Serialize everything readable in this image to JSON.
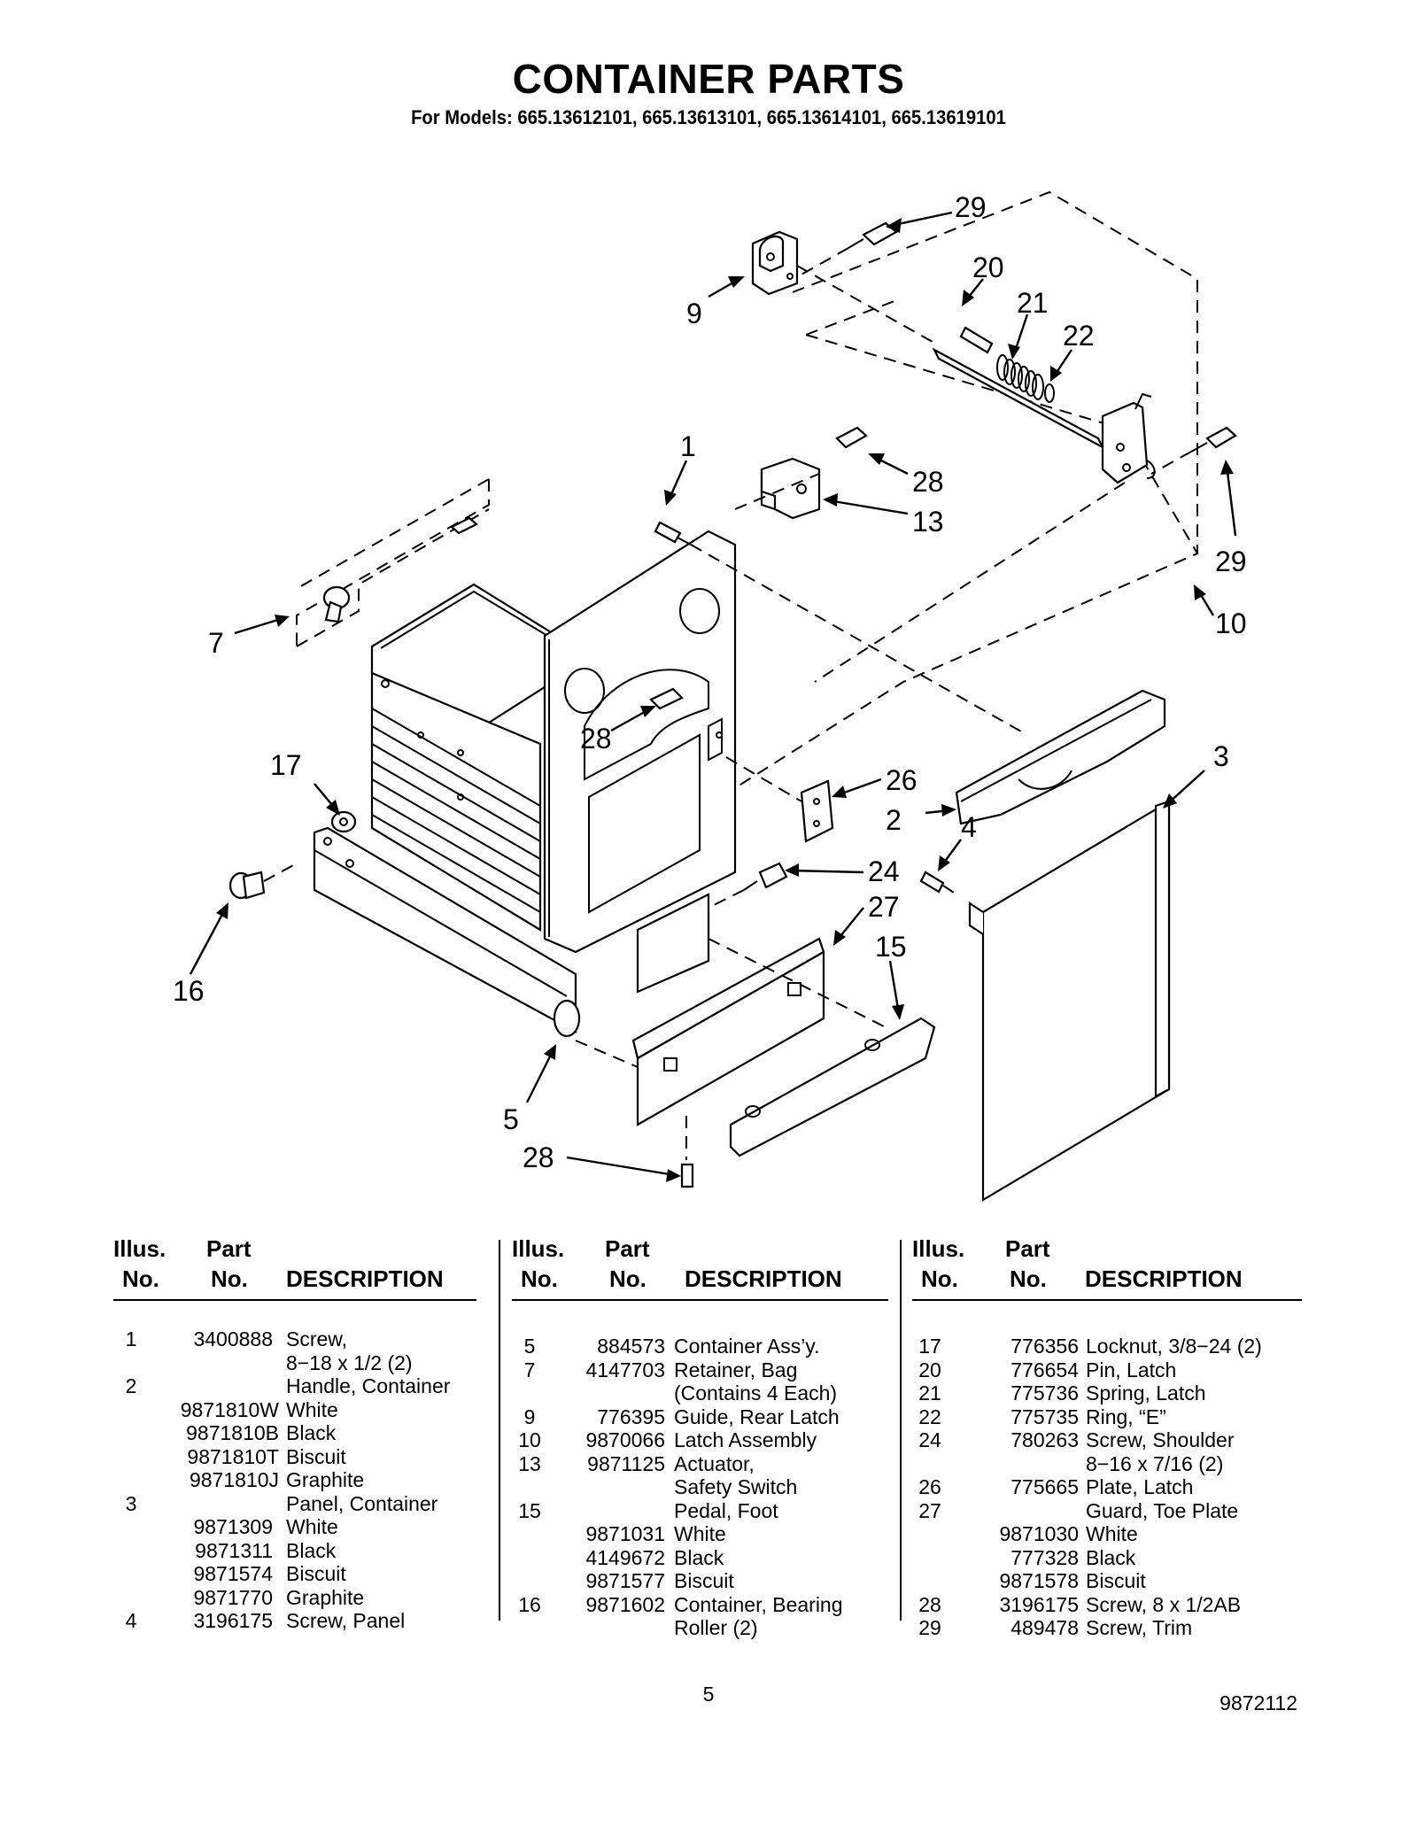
{
  "header": {
    "title": "CONTAINER PARTS",
    "subtitle": "For Models: 665.13612101, 665.13613101, 665.13614101, 665.13619101"
  },
  "diagram_callouts": [
    "29",
    "20",
    "21",
    "22",
    "9",
    "1",
    "28",
    "13",
    "29",
    "10",
    "7",
    "28",
    "26",
    "17",
    "3",
    "2",
    "4",
    "24",
    "27",
    "15",
    "16",
    "5",
    "28"
  ],
  "table": {
    "headers": {
      "illus": [
        "Illus.",
        "No."
      ],
      "part": [
        "Part",
        "No."
      ],
      "description": "DESCRIPTION"
    },
    "columns": [
      [
        {
          "illus": "1",
          "part": "3400888",
          "desc": "Screw,"
        },
        {
          "illus": "",
          "part": "",
          "desc": "8−18 x 1/2 (2)"
        },
        {
          "illus": "2",
          "part": "",
          "desc": "Handle, Container"
        },
        {
          "illus": "",
          "part": "9871810W",
          "desc": "White"
        },
        {
          "illus": "",
          "part": "9871810B",
          "desc": "Black"
        },
        {
          "illus": "",
          "part": "9871810T",
          "desc": "Biscuit"
        },
        {
          "illus": "",
          "part": "9871810J",
          "desc": "Graphite"
        },
        {
          "illus": "3",
          "part": "",
          "desc": "Panel, Container"
        },
        {
          "illus": "",
          "part": "9871309",
          "desc": "White"
        },
        {
          "illus": "",
          "part": "9871311",
          "desc": "Black"
        },
        {
          "illus": "",
          "part": "9871574",
          "desc": "Biscuit"
        },
        {
          "illus": "",
          "part": "9871770",
          "desc": "Graphite"
        },
        {
          "illus": "4",
          "part": "3196175",
          "desc": "Screw, Panel"
        }
      ],
      [
        {
          "illus": "5",
          "part": "884573",
          "desc": "Container Ass’y."
        },
        {
          "illus": "7",
          "part": "4147703",
          "desc": "Retainer, Bag"
        },
        {
          "illus": "",
          "part": "",
          "desc": "(Contains 4 Each)"
        },
        {
          "illus": "9",
          "part": "776395",
          "desc": "Guide, Rear Latch"
        },
        {
          "illus": "10",
          "part": "9870066",
          "desc": "Latch Assembly"
        },
        {
          "illus": "13",
          "part": "9871125",
          "desc": "Actuator,"
        },
        {
          "illus": "",
          "part": "",
          "desc": "Safety Switch"
        },
        {
          "illus": "15",
          "part": "",
          "desc": "Pedal, Foot"
        },
        {
          "illus": "",
          "part": "9871031",
          "desc": "White"
        },
        {
          "illus": "",
          "part": "4149672",
          "desc": "Black"
        },
        {
          "illus": "",
          "part": "9871577",
          "desc": "Biscuit"
        },
        {
          "illus": "16",
          "part": "9871602",
          "desc": "Container, Bearing"
        },
        {
          "illus": "",
          "part": "",
          "desc": "Roller (2)"
        }
      ],
      [
        {
          "illus": "17",
          "part": "776356",
          "desc": "Locknut, 3/8−24 (2)"
        },
        {
          "illus": "20",
          "part": "776654",
          "desc": "Pin, Latch"
        },
        {
          "illus": "21",
          "part": "775736",
          "desc": "Spring, Latch"
        },
        {
          "illus": "22",
          "part": "775735",
          "desc": "Ring, “E”"
        },
        {
          "illus": "24",
          "part": "780263",
          "desc": "Screw, Shoulder"
        },
        {
          "illus": "",
          "part": "",
          "desc": "8−16 x 7/16 (2)"
        },
        {
          "illus": "26",
          "part": "775665",
          "desc": "Plate, Latch"
        },
        {
          "illus": "27",
          "part": "",
          "desc": "Guard, Toe Plate"
        },
        {
          "illus": "",
          "part": "9871030",
          "desc": "White"
        },
        {
          "illus": "",
          "part": "777328",
          "desc": "Black"
        },
        {
          "illus": "",
          "part": "9871578",
          "desc": "Biscuit"
        },
        {
          "illus": "28",
          "part": "3196175",
          "desc": "Screw, 8 x 1/2AB"
        },
        {
          "illus": "29",
          "part": "489478",
          "desc": "Screw, Trim"
        }
      ]
    ]
  },
  "footer": {
    "page_number": "5",
    "doc_number": "9872112"
  }
}
